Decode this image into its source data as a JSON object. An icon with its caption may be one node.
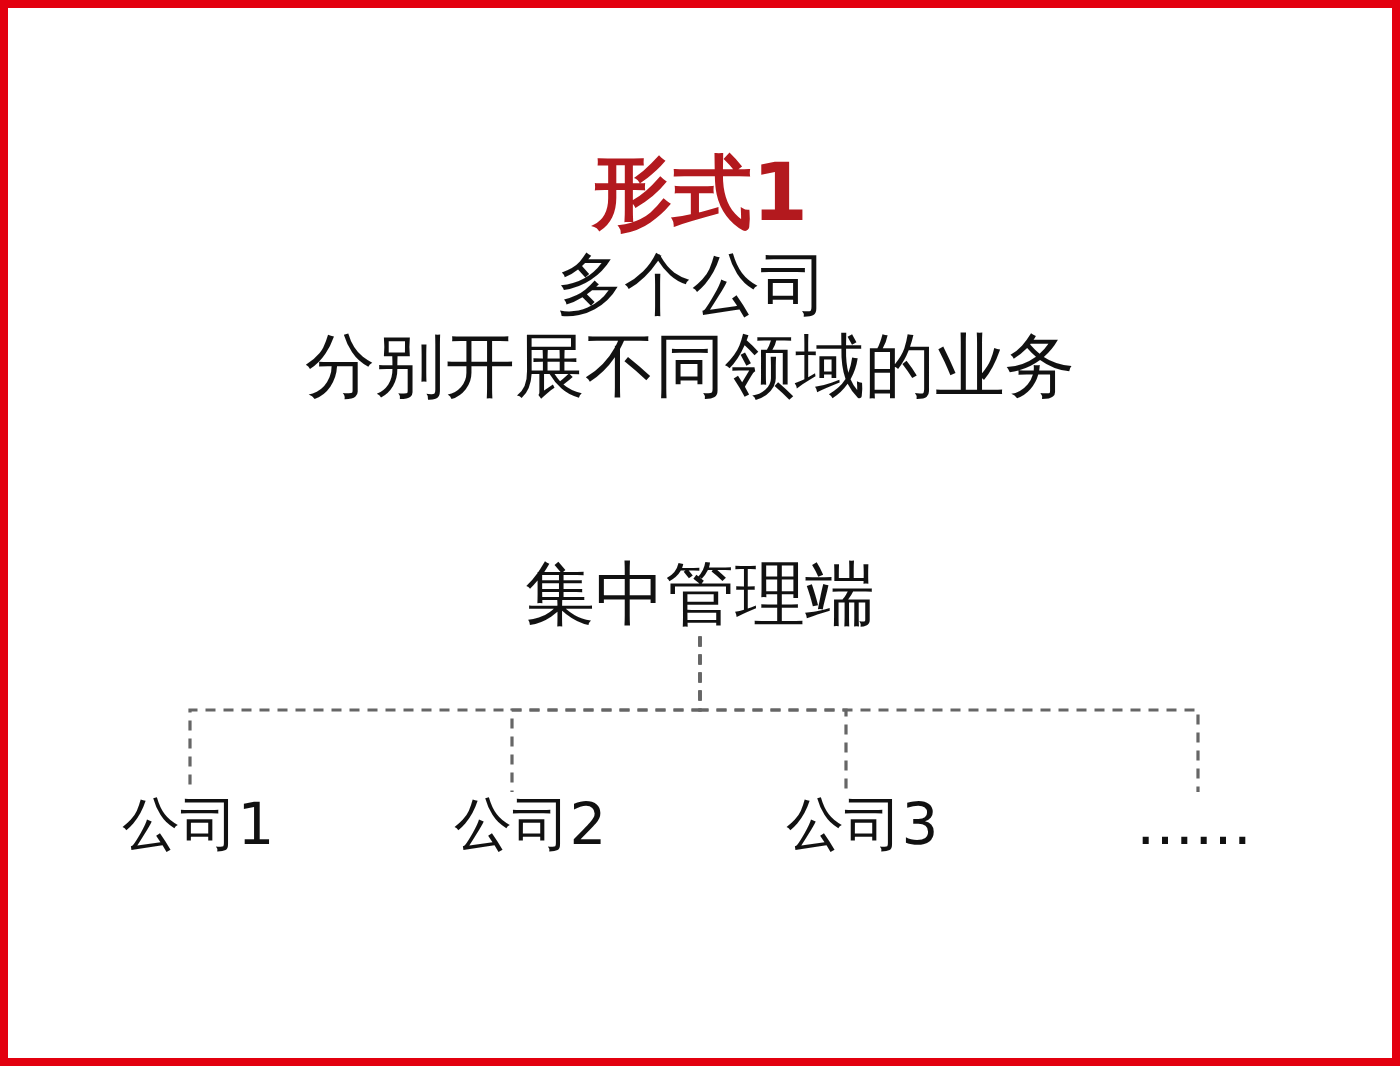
{
  "diagram": {
    "title": "形式1",
    "nodes": [
      {
        "text": [
          "集中管理端"
        ]
      },
      {
        "text": [
          "公司1"
        ]
      },
      {
        "text": [
          "公司2"
        ]
      },
      {
        "text": [
          "公司3"
        ]
      },
      {
        "text": [
          "……"
        ]
      }
    ],
    "edges": [
      {
        "from": 0,
        "to": 1,
        "arrow": "none",
        "style": "dashed"
      },
      {
        "from": 0,
        "to": 2,
        "arrow": "none",
        "style": "dashed"
      },
      {
        "from": 0,
        "to": 3,
        "arrow": "none",
        "style": "dashed"
      },
      {
        "from": 0,
        "to": 4,
        "arrow": "none",
        "style": "dashed"
      }
    ],
    "labels": [
      "多个公司",
      "分别开展不同领域的业务"
    ]
  }
}
